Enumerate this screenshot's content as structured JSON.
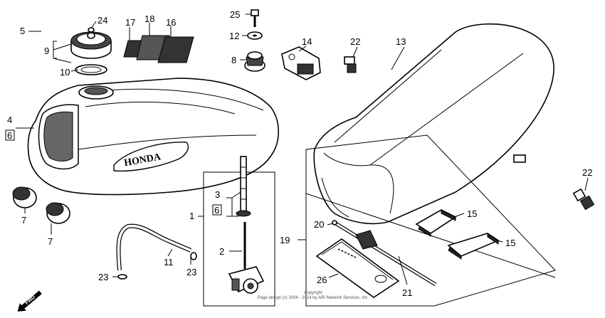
{
  "labels": {
    "l1": "1",
    "l2": "2",
    "l3": "3",
    "l4": "4",
    "l5": "5",
    "l6a": "6",
    "l6b": "6",
    "l7a": "7",
    "l7b": "7",
    "l8": "8",
    "l9": "9",
    "l10": "10",
    "l11": "11",
    "l12": "12",
    "l13": "13",
    "l14": "14",
    "l15a": "15",
    "l15b": "15",
    "l16": "16",
    "l17": "17",
    "l18": "18",
    "l19": "19",
    "l20": "20",
    "l21": "21",
    "l22a": "22",
    "l22b": "22",
    "l23a": "23",
    "l23b": "23",
    "l24": "24",
    "l25": "25",
    "l26": "26"
  },
  "tank_emblem": "HONDA",
  "fwd": "FWD",
  "copyright": {
    "line1": "Copyright",
    "line2": "Page design (c) 2004 - 2014 by ARI Network Services, Inc."
  }
}
